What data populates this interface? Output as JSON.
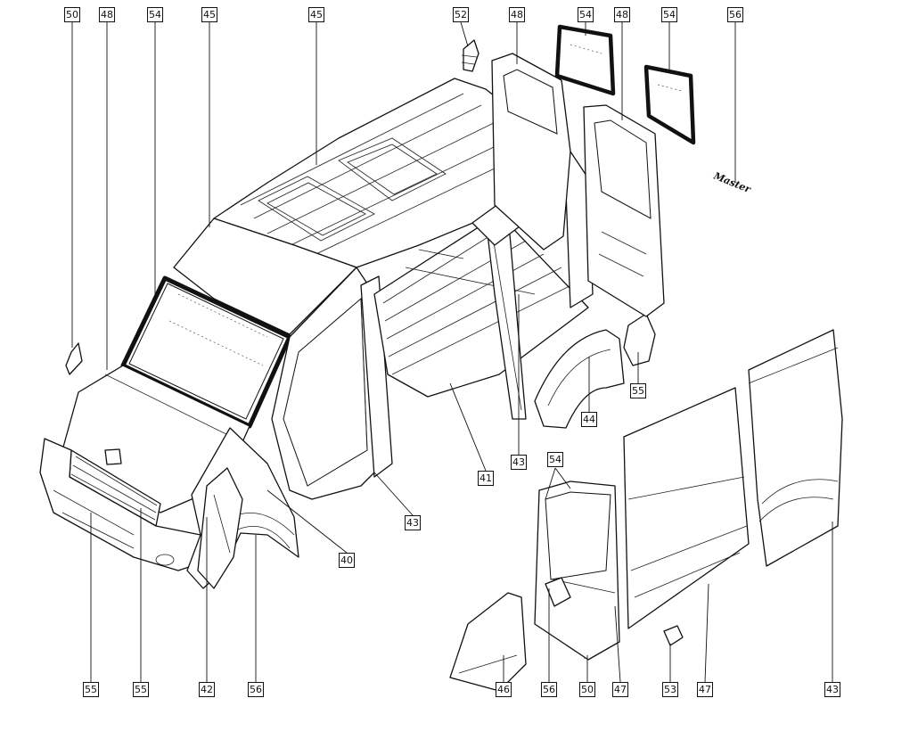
{
  "badge_text": "Master",
  "callouts": [
    {
      "id": "c-50-top",
      "label": "50"
    },
    {
      "id": "c-48-top-left",
      "label": "48"
    },
    {
      "id": "c-54-top-left",
      "label": "54"
    },
    {
      "id": "c-45-a",
      "label": "45"
    },
    {
      "id": "c-45-b",
      "label": "45"
    },
    {
      "id": "c-52",
      "label": "52"
    },
    {
      "id": "c-48-top-mid",
      "label": "48"
    },
    {
      "id": "c-54-top-mid",
      "label": "54"
    },
    {
      "id": "c-48-top-right",
      "label": "48"
    },
    {
      "id": "c-54-top-right",
      "label": "54"
    },
    {
      "id": "c-56-top",
      "label": "56"
    },
    {
      "id": "c-55-mid",
      "label": "55"
    },
    {
      "id": "c-44",
      "label": "44"
    },
    {
      "id": "c-43-pillar",
      "label": "43"
    },
    {
      "id": "c-41",
      "label": "41"
    },
    {
      "id": "c-54-door",
      "label": "54"
    },
    {
      "id": "c-43-cab",
      "label": "43"
    },
    {
      "id": "c-40",
      "label": "40"
    },
    {
      "id": "c-55-bottom-a",
      "label": "55"
    },
    {
      "id": "c-55-bottom-b",
      "label": "55"
    },
    {
      "id": "c-42",
      "label": "42"
    },
    {
      "id": "c-56-bottom-left",
      "label": "56"
    },
    {
      "id": "c-46",
      "label": "46"
    },
    {
      "id": "c-56-bottom-right",
      "label": "56"
    },
    {
      "id": "c-50-bottom",
      "label": "50"
    },
    {
      "id": "c-47-a",
      "label": "47"
    },
    {
      "id": "c-53",
      "label": "53"
    },
    {
      "id": "c-47-b",
      "label": "47"
    },
    {
      "id": "c-43-bottom",
      "label": "43"
    }
  ]
}
